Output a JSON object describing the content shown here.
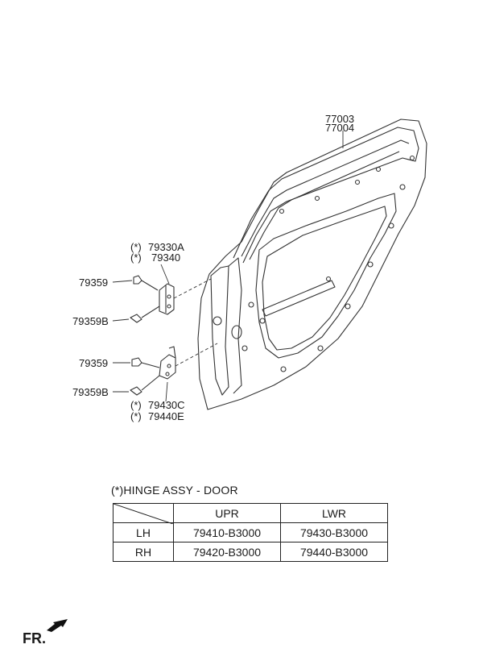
{
  "labels": {
    "door_part_1": "77003",
    "door_part_2": "77004",
    "upper_hinge_1": "79330A",
    "upper_hinge_2": "79340",
    "upper_hinge_mark_1": "(*)",
    "upper_hinge_mark_2": "(*)",
    "upper_bolt": "79359",
    "upper_bolt_b": "79359B",
    "lower_bolt": "79359",
    "lower_bolt_b": "79359B",
    "lower_hinge_1": "79430C",
    "lower_hinge_2": "79440E",
    "lower_hinge_mark_1": "(*)",
    "lower_hinge_mark_2": "(*)"
  },
  "table": {
    "title": "(*)HINGE ASSY - DOOR",
    "col_upr": "UPR",
    "col_lwr": "LWR",
    "rows": [
      {
        "side": "LH",
        "upr": "79410-B3000",
        "lwr": "79430-B3000"
      },
      {
        "side": "RH",
        "upr": "79420-B3000",
        "lwr": "79440-B3000"
      }
    ]
  },
  "footer": {
    "direction": "FR."
  }
}
